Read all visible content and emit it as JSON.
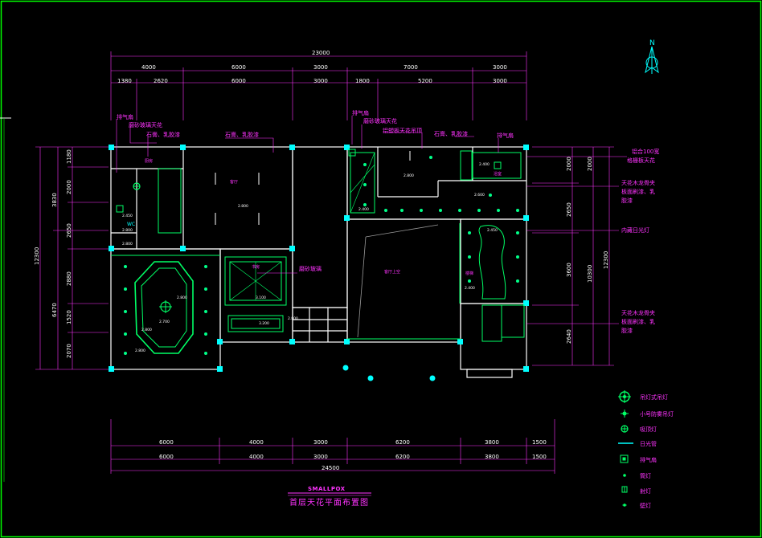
{
  "colors": {
    "background": "#000000",
    "frame": "#00ff00",
    "dimension": "#ffffff",
    "annotation": "#ff33ff",
    "wall": "#ffffff",
    "fixture": "#00ff66",
    "cyan": "#00ffff"
  },
  "north_label": "N",
  "top_dims": {
    "total": "23000",
    "row1": [
      "4000",
      "6000",
      "3000",
      "7000",
      "3000"
    ],
    "row2": [
      "1380",
      "2620",
      "6000",
      "3000",
      "1800",
      "5200",
      "3000"
    ]
  },
  "bottom_dims": {
    "row1": [
      "6000",
      "4000",
      "3000",
      "6200",
      "3800",
      "1500"
    ],
    "row2": [
      "6000",
      "4000",
      "3000",
      "6200",
      "3800",
      "1500"
    ],
    "total": "24500"
  },
  "left_dims": {
    "total": "12300",
    "mid": [
      "3830",
      "6470"
    ],
    "inner": [
      "1180",
      "2000",
      "2650",
      "2880",
      "1520",
      "2070"
    ]
  },
  "right_dims": {
    "total": "12300",
    "mid": "10300",
    "inner": [
      "2000",
      "2000",
      "2650",
      "3600",
      "2640"
    ]
  },
  "annotations": {
    "vent_left": "排气扇",
    "frosted_glass_left": "磨砂玻璃天花",
    "gypsum_left": "石膏、乳胶漆",
    "gypsum_mid": "石膏、乳胶漆",
    "vent_mid": "排气扇",
    "frosted_glass_mid": "磨砂玻璃天花",
    "plastic_ceiling": "铝塑板天花吊顶",
    "gypsum_right": "石膏、乳胶漆",
    "vent_right": "排气扇",
    "frosted_glass_center": "磨砂玻璃",
    "right_note1_a": "铝合100宽",
    "right_note1_b": "格栅板天花",
    "right_note2_a": "天花木龙骨夹",
    "right_note2_b": "板面刷漆、乳",
    "right_note2_c": "胶漆",
    "right_note3": "内藏日光灯",
    "right_note4_a": "天花木龙骨夹",
    "right_note4_b": "板面刷漆、乳",
    "right_note4_c": "胶漆"
  },
  "room_labels": {
    "kitchen": "厨房",
    "dining": "客厅",
    "wc": "WC",
    "study": "书房",
    "hall": "客厅上空",
    "stair": "楼梯",
    "bath": "浴室"
  },
  "level_marks": {
    "l1": "2.800",
    "l2": "2.800",
    "l3": "2.800",
    "l4": "2.450",
    "l5": "2.800",
    "l6": "2.700",
    "l7": "2.800",
    "l8": "2.800",
    "l9": "3.100",
    "l10": "3.200",
    "l11": "2.800",
    "l12": "2.400",
    "l13": "2.800",
    "l14": "2.600",
    "l15": "2.400",
    "l16": "2.450",
    "l17": "2.400"
  },
  "legend": [
    {
      "icon": "chandelier-icon",
      "label": "吊灯式吊灯"
    },
    {
      "icon": "small-pendant-icon",
      "label": "小号防雾吊灯"
    },
    {
      "icon": "ceiling-light-icon",
      "label": "吸顶灯"
    },
    {
      "icon": "fluorescent-icon",
      "label": "日光管"
    },
    {
      "icon": "exhaust-fan-icon",
      "label": "排气扇"
    },
    {
      "icon": "spot-light-icon",
      "label": "筒灯"
    },
    {
      "icon": "grille-light-icon",
      "label": "射灯"
    },
    {
      "icon": "wall-light-icon",
      "label": "壁灯"
    }
  ],
  "title_block": {
    "company": "SMALLPOX",
    "title": "首层天花平面布置图"
  }
}
